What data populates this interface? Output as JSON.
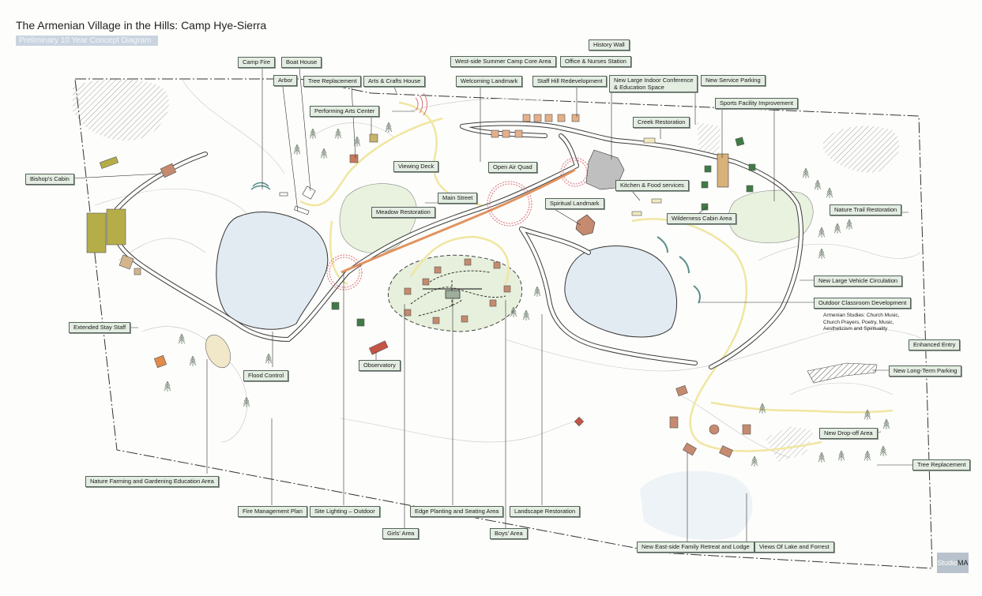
{
  "title": "The Armenian Village in the Hills: Camp Hye-Sierra",
  "subtitle": "Preliminary 10 Year Concept Diagram",
  "labels": {
    "history_wall": "History Wall",
    "camp_fire": "Camp Fire",
    "boat_house": "Boat House",
    "west_core": "West-side Summer Camp Core Area",
    "office": "Office & Nurses Station",
    "arbor": "Arbor",
    "tree_replacement_top": "Tree Replacement",
    "arts_crafts": "Arts & Crafts House",
    "welcoming": "Welcoming Landmark",
    "staff_hill": "Staff Hill Redevelopment",
    "conference_1": "New Large Indoor Conference",
    "conference_2": "& Education Space",
    "service_parking": "New Service Parking",
    "sports": "Sports Facility Improvement",
    "performing_arts": "Performing Arts Center",
    "creek": "Creek Restoration",
    "bishops_cabin": "Bishop's Cabin",
    "viewing_deck": "Viewing Deck",
    "open_air": "Open Air Quad",
    "kitchen": "Kitchen & Food services",
    "main_street": "Main Street",
    "spiritual": "Spiritual Landmark",
    "meadow": "Meadow Restoration",
    "nature_trail": "Nature Trail Restoration",
    "wilderness": "Wilderness Cabin Area",
    "vehicle": "New Large Vehicle Circulation",
    "outdoor_classroom": "Outdoor Classroom Development",
    "extended_stay": "Extended Stay Staff",
    "enhanced_entry": "Enhanced Entry",
    "observatory": "Observatory",
    "long_term_parking": "New Long-Term Parking",
    "flood_control": "Flood Control",
    "drop_off": "New Drop-off Area",
    "tree_replacement_right": "Tree Replacement",
    "nature_farming": "Nature Farming and Gardening Education Area",
    "fire_management": "Fire Management Plan",
    "site_lighting": "Site Lighting – Outdoor",
    "edge_planting": "Edge Planting and Seating Area",
    "landscape": "Landscape Restoration",
    "girls_area": "Girls' Area",
    "boys_area": "Boys' Area",
    "east_family": "New East-side Family Retreat and Lodge",
    "views": "Views Of Lake and Forrest"
  },
  "armenian_studies": [
    "Armenian Studies: Church Music,",
    "Church Prayers, Poetry, Music,",
    "Aestheticism and Spirituality"
  ],
  "logo": {
    "prefix": "Studio",
    "suffix": "MA"
  },
  "colors": {
    "label_bg": "#e4ede2",
    "water": "#e3ebf2",
    "meadow": "#e9f1df",
    "road": "#3c3c3c",
    "main_street": "#e0935f",
    "building": "#c68a6e",
    "path": "#f0e6a0"
  }
}
